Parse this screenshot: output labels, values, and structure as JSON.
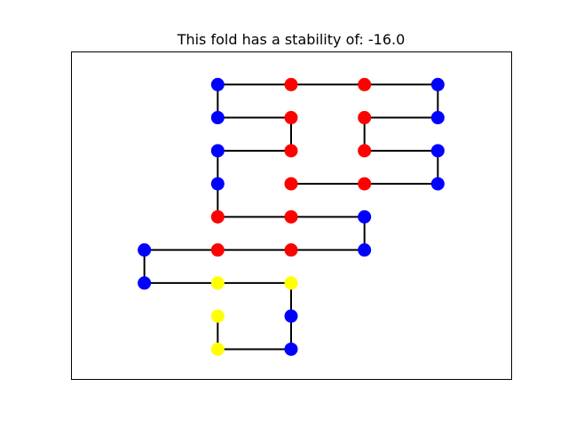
{
  "chart_data": {
    "type": "scatter",
    "title": "This fold has a stability of: -16.0",
    "xlabel": "",
    "ylabel": "",
    "xlim": [
      -3.0,
      3.0
    ],
    "ylim": [
      -8.9,
      1.0
    ],
    "grid": false,
    "axis_ticks": false,
    "legend": null,
    "colors": {
      "H": "#ff0000",
      "P": "#0000ff",
      "C": "#ffff00",
      "bond": "#000000"
    },
    "residues": [
      {
        "x": -1,
        "y": -8,
        "type": "C"
      },
      {
        "x": 0,
        "y": -8,
        "type": "P"
      },
      {
        "x": 0,
        "y": -7,
        "type": "P"
      },
      {
        "x": 0,
        "y": -6,
        "type": "C"
      },
      {
        "x": -1,
        "y": -6,
        "type": "C"
      },
      {
        "x": -2,
        "y": -6,
        "type": "P"
      },
      {
        "x": -2,
        "y": -5,
        "type": "P"
      },
      {
        "x": -1,
        "y": -5,
        "type": "H"
      },
      {
        "x": 0,
        "y": -5,
        "type": "H"
      },
      {
        "x": 1,
        "y": -5,
        "type": "P"
      },
      {
        "x": 1,
        "y": -4,
        "type": "P"
      },
      {
        "x": 0,
        "y": -4,
        "type": "H"
      },
      {
        "x": -1,
        "y": -4,
        "type": "H"
      },
      {
        "x": -1,
        "y": -3,
        "type": "P"
      },
      {
        "x": -1,
        "y": -2,
        "type": "P"
      },
      {
        "x": 0,
        "y": -2,
        "type": "H"
      },
      {
        "x": 0,
        "y": -1,
        "type": "H"
      },
      {
        "x": -1,
        "y": -1,
        "type": "P"
      },
      {
        "x": -1,
        "y": 0,
        "type": "P"
      },
      {
        "x": 0,
        "y": 0,
        "type": "H"
      },
      {
        "x": 1,
        "y": 0,
        "type": "H"
      },
      {
        "x": 2,
        "y": 0,
        "type": "P"
      },
      {
        "x": 2,
        "y": -1,
        "type": "P"
      },
      {
        "x": 1,
        "y": -1,
        "type": "H"
      },
      {
        "x": 1,
        "y": -2,
        "type": "H"
      },
      {
        "x": 2,
        "y": -2,
        "type": "P"
      },
      {
        "x": 2,
        "y": -3,
        "type": "P"
      },
      {
        "x": 1,
        "y": -3,
        "type": "H"
      },
      {
        "x": 0,
        "y": -3,
        "type": "H"
      },
      {
        "x": -1,
        "y": -7,
        "type": "C"
      }
    ],
    "bonds": [
      [
        0,
        1
      ],
      [
        1,
        2
      ],
      [
        2,
        3
      ],
      [
        3,
        4
      ],
      [
        4,
        5
      ],
      [
        5,
        6
      ],
      [
        6,
        7
      ],
      [
        7,
        8
      ],
      [
        8,
        9
      ],
      [
        9,
        10
      ],
      [
        10,
        11
      ],
      [
        11,
        12
      ],
      [
        12,
        13
      ],
      [
        13,
        14
      ],
      [
        14,
        15
      ],
      [
        15,
        16
      ],
      [
        16,
        17
      ],
      [
        17,
        18
      ],
      [
        18,
        19
      ],
      [
        19,
        20
      ],
      [
        20,
        21
      ],
      [
        21,
        22
      ],
      [
        22,
        23
      ],
      [
        23,
        24
      ],
      [
        24,
        25
      ],
      [
        25,
        26
      ],
      [
        26,
        27
      ],
      [
        27,
        28
      ],
      [
        0,
        29
      ]
    ]
  }
}
